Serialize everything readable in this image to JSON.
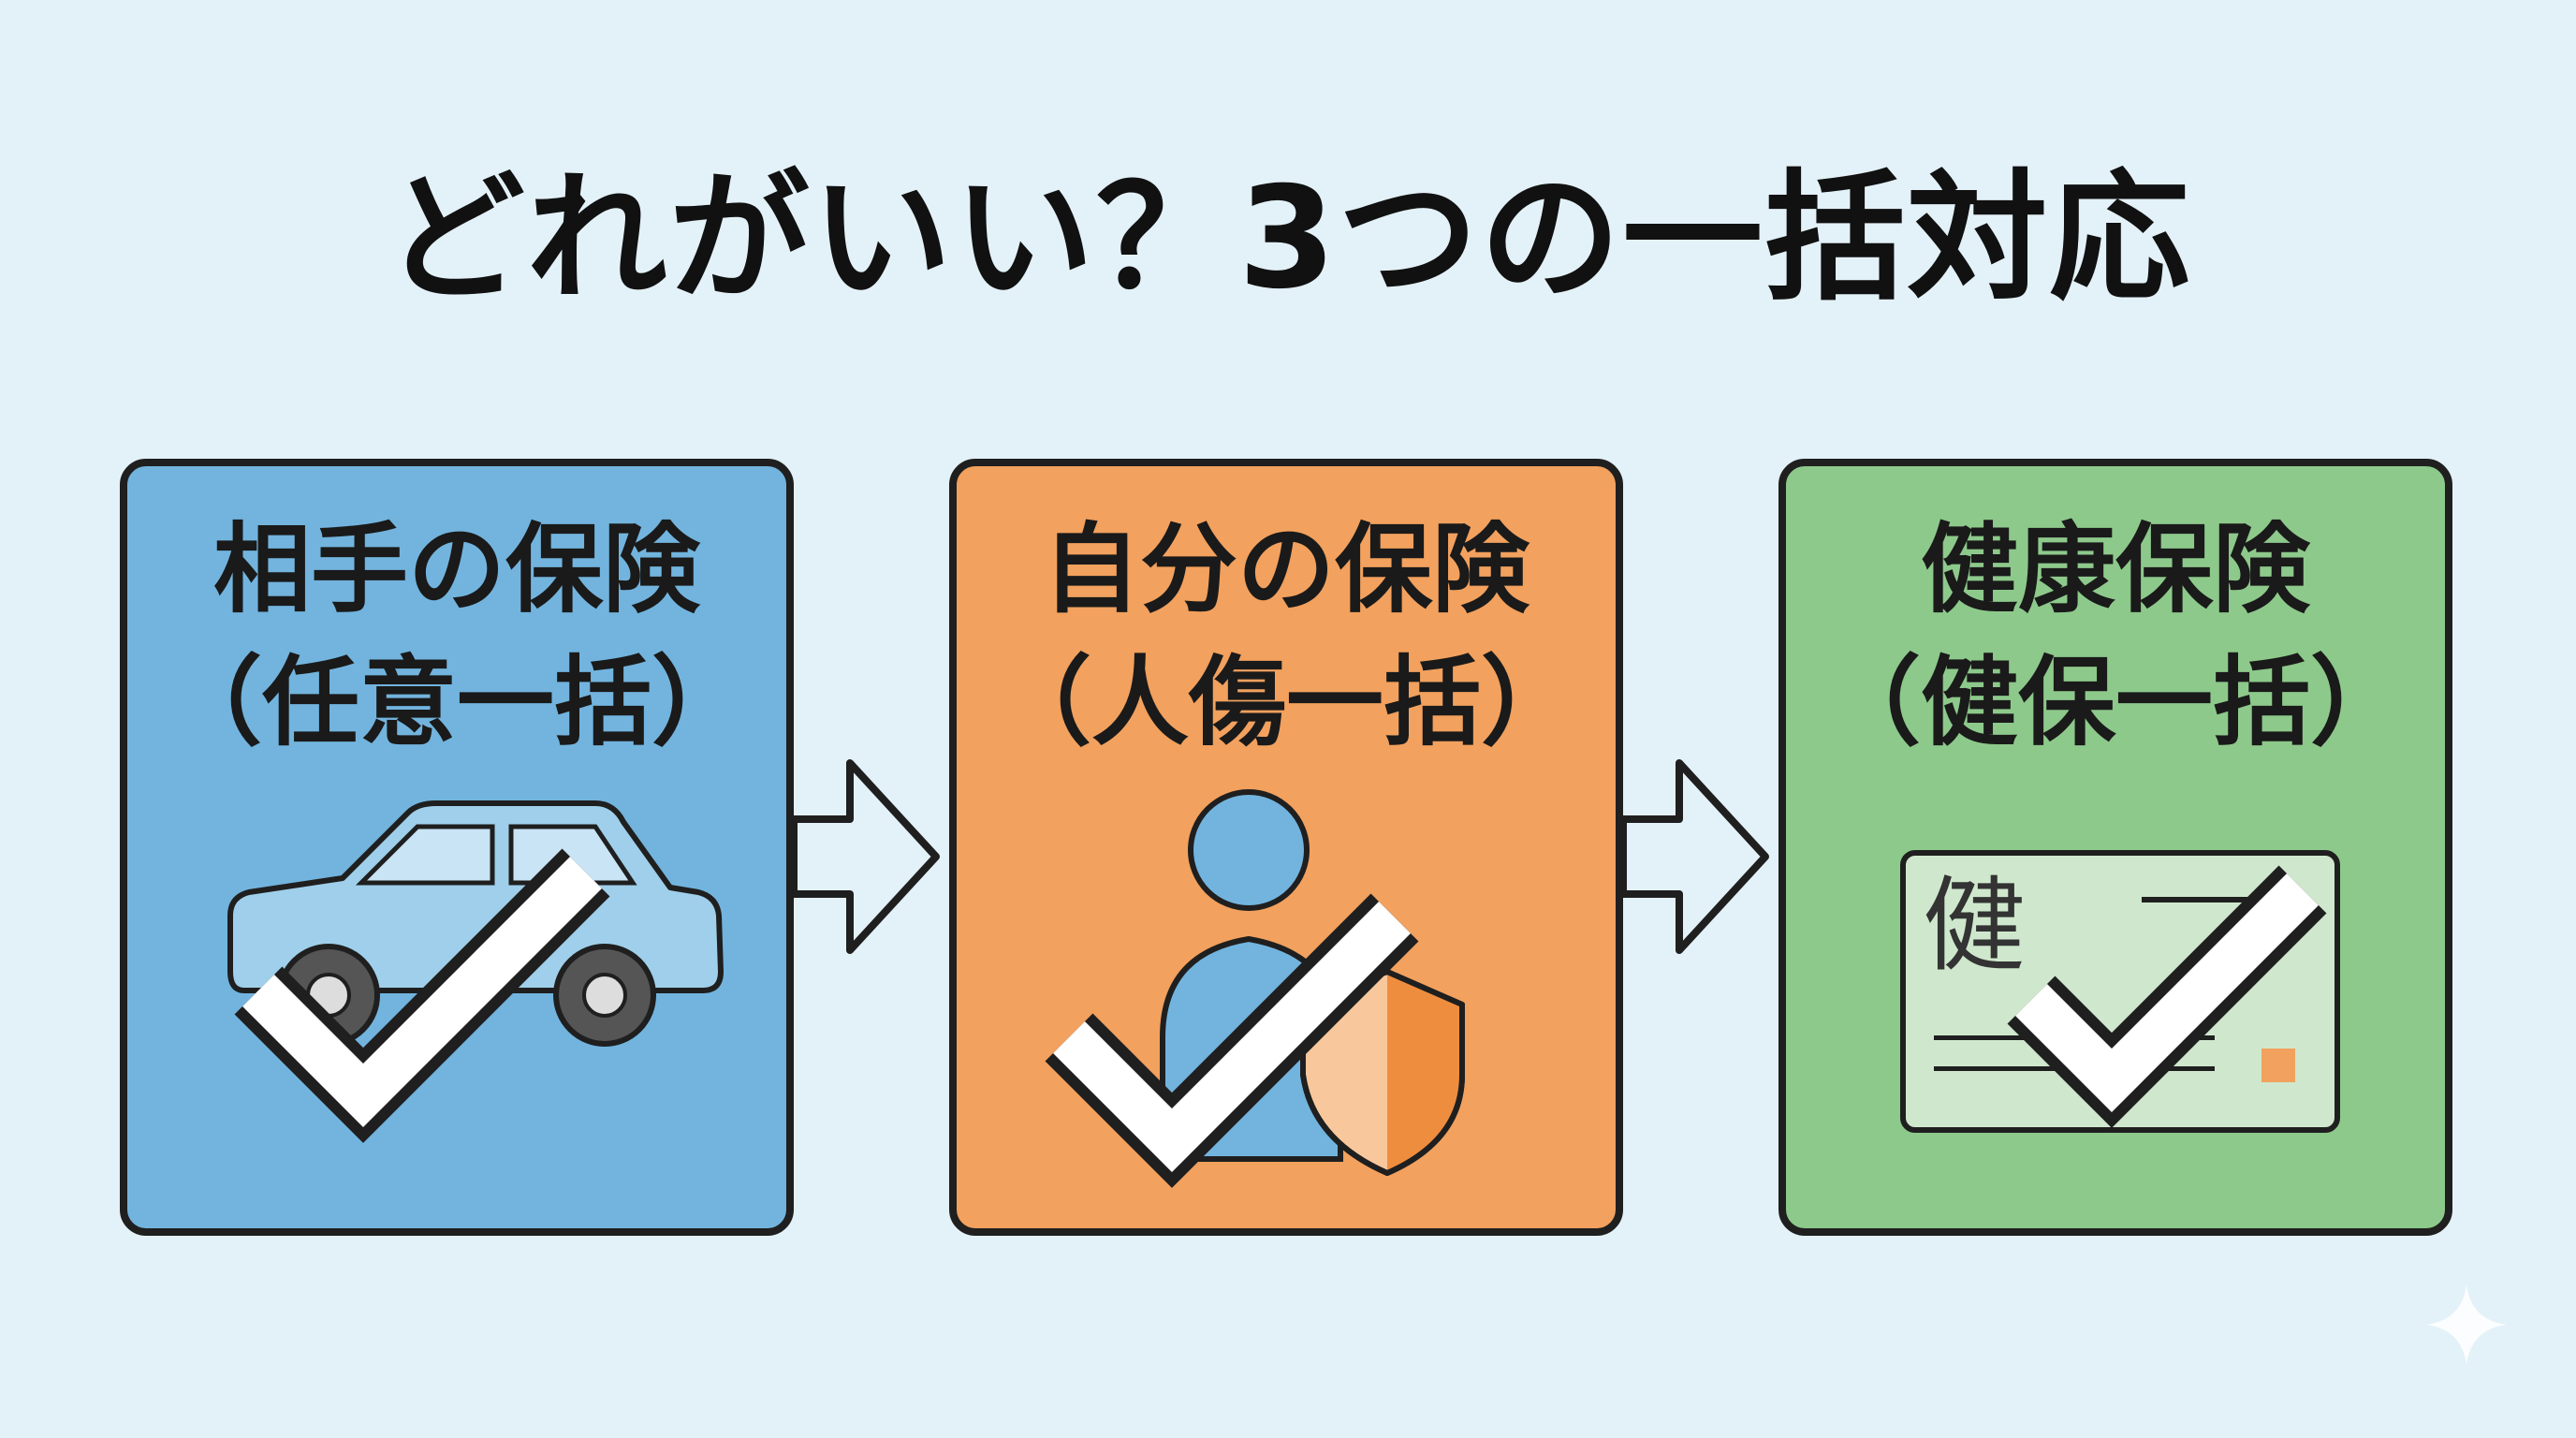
{
  "title": "どれがいい？3つの一括対応",
  "cards": [
    {
      "title": "相手の保険",
      "subtitle": "（任意一括）",
      "color": "#72b4de",
      "icon": "car-check-icon"
    },
    {
      "title": "自分の保険",
      "subtitle": "（人傷一括）",
      "color": "#f2a15e",
      "icon": "person-shield-check-icon"
    },
    {
      "title": "健康保険",
      "subtitle": "（健保一括）",
      "color": "#8dc98b",
      "icon": "health-card-check-icon"
    }
  ],
  "health_card": {
    "kanji": "健"
  },
  "colors": {
    "background": "#e3f1f8",
    "outline": "#1f1f1f",
    "accent": "#f2a15e"
  }
}
